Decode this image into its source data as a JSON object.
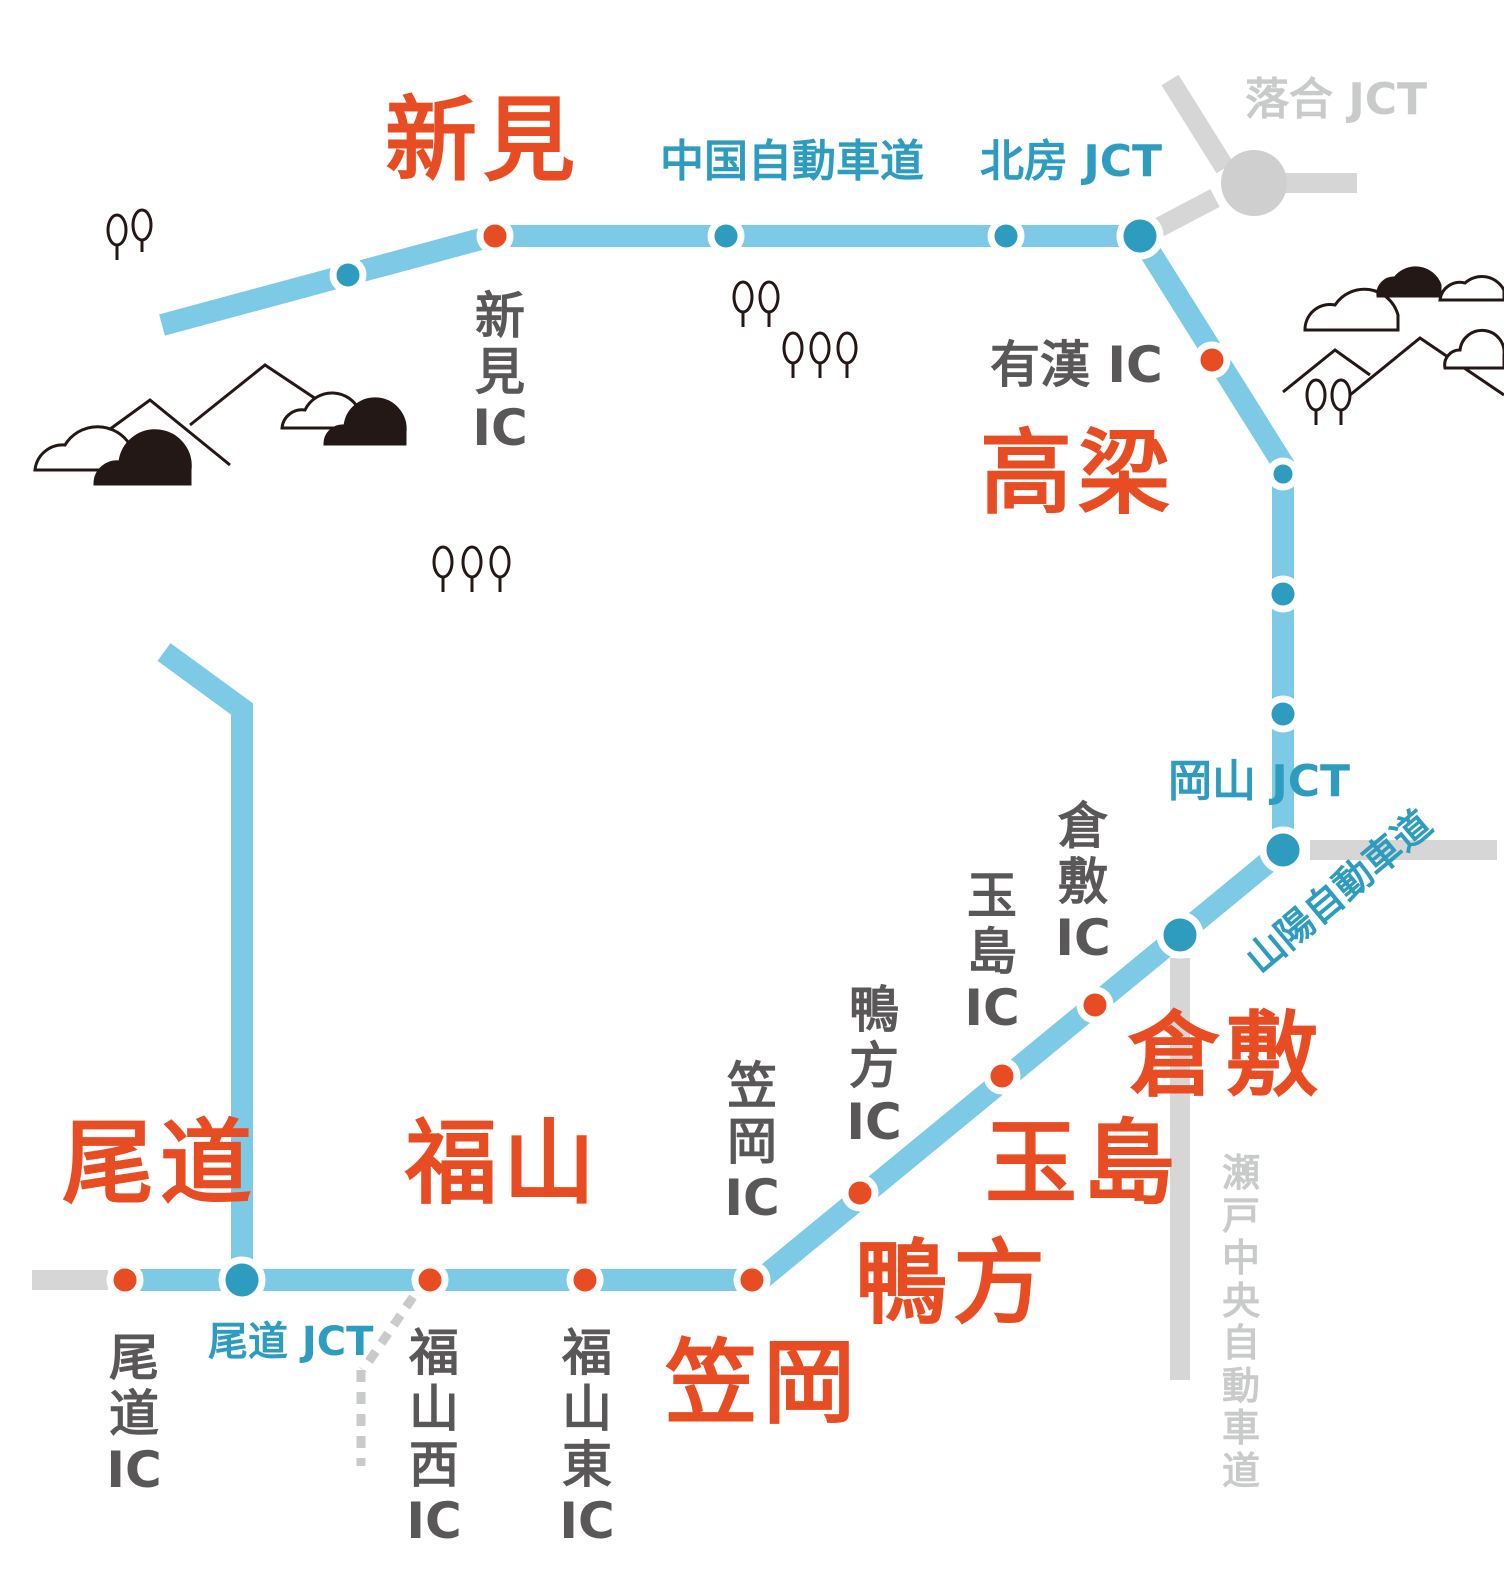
{
  "colors": {
    "route": "#7ccae6",
    "jct_dot": "#2d9cbe",
    "ic_dot": "#e84c22",
    "city_text": "#e84c22",
    "ic_text": "#595757",
    "other_road": "#d6d6d6",
    "scenery": "#231815"
  },
  "cities": {
    "niimi": "新見",
    "takahashi": "高梁",
    "onomichi": "尾道",
    "fukuyama": "福山",
    "kasaoka": "笠岡",
    "kamogata": "鴨方",
    "tamashima": "玉島",
    "kurashiki": "倉敷"
  },
  "roads": {
    "chugoku": "中国自動車道",
    "sanyo": "山陽自動車道",
    "seto_chuo": "瀬戸中央自動車道"
  },
  "junctions": {
    "hokubo": "北房 JCT",
    "ochiai": "落合 JCT",
    "okayama": "岡山 JCT",
    "onomichi": "尾道 JCT"
  },
  "interchanges": {
    "niimi": "新見IC",
    "ukan": "有漢 IC",
    "kurashiki": "倉敷IC",
    "tamashima": "玉島IC",
    "kamogata": "鴨方IC",
    "kasaoka": "笠岡IC",
    "fukuyama_higashi": "福山東IC",
    "fukuyama_nishi": "福山西IC",
    "onomichi": "尾道IC"
  },
  "icons": [
    "tree-icon",
    "mountain-icon",
    "cloud-icon"
  ]
}
